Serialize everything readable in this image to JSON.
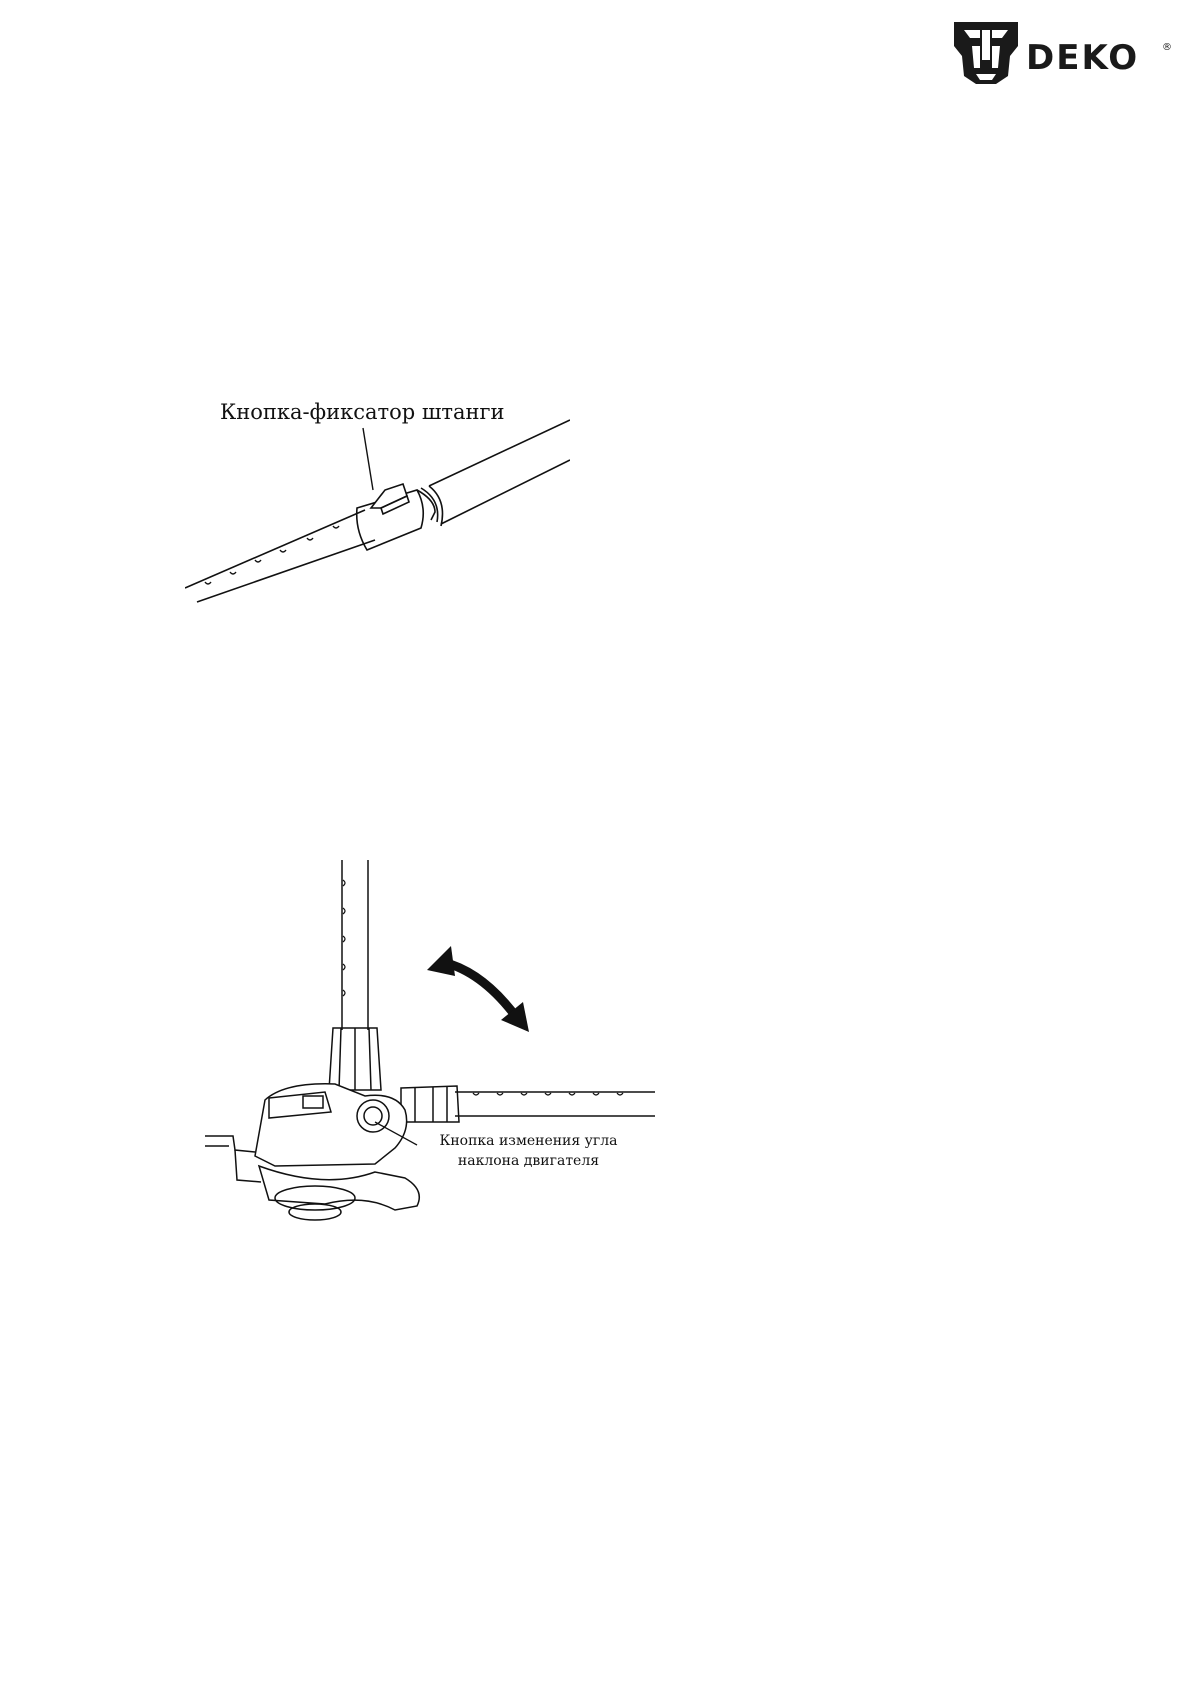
{
  "header": {
    "brand": "DEKO",
    "registered_mark": "®"
  },
  "figure1": {
    "callout": "Кнопка-фиксатор штанги"
  },
  "figure2": {
    "callout_line1": "Кнопка изменения угла",
    "callout_line2": "наклона двигателя",
    "icons": [
      "curved-double-arrow-icon"
    ]
  }
}
